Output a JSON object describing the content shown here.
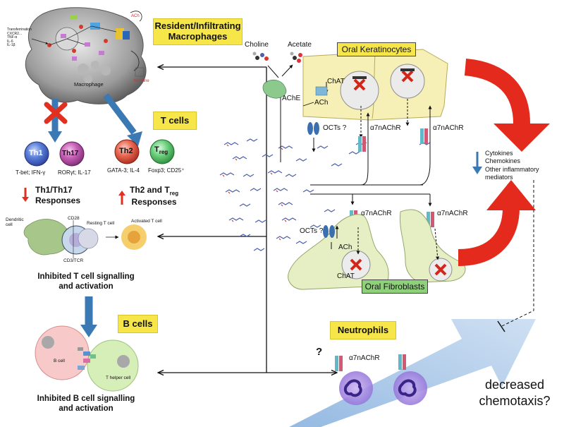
{
  "boxes": {
    "macrophages": "Resident/Infiltrating Macrophages",
    "t_cells": "T cells",
    "b_cells": "B cells",
    "neutrophils": "Neutrophils",
    "oral_keratinocytes": "Oral Keratinocytes",
    "oral_fibroblasts": "Oral Fibroblasts"
  },
  "macrophage_image": {
    "label": "Macrophage",
    "tiny_labels": [
      "ACh",
      "Nicotine",
      "Transferrination\nCXCR2...\nTNF-α\nIL-6\nIL-1β"
    ]
  },
  "t_subsets": {
    "th1": {
      "name": "Th1",
      "markers": "T-bet; IFN-γ"
    },
    "th17": {
      "name": "Th17",
      "markers": "RORγt; IL-17"
    },
    "th2": {
      "name": "Th2",
      "markers": "GATA-3; IL-4"
    },
    "treg": {
      "name_main": "T",
      "name_sub": "reg",
      "markers": "Foxp3; CD25⁺"
    }
  },
  "responses": {
    "down_line1": "Th1/Th17",
    "down_line2": "Responses",
    "up_line1_main": "Th2 and T",
    "up_line1_sub": "reg",
    "up_line2": "Responses"
  },
  "synapse": {
    "dendritic": "Dendritic\ncell",
    "cd28": "CD28",
    "resting": "Resting T cell",
    "activated": "Activated T cell",
    "cd3tcr": "CD3/TCR"
  },
  "captions": {
    "t_cell_line1": "Inhibited T cell signalling",
    "t_cell_line2": "and activation",
    "b_cell_line1": "Inhibited B cell signalling",
    "b_cell_line2": "and activation"
  },
  "b_image": {
    "b_cell": "B cell",
    "t_helper": "T helper cell"
  },
  "labels": {
    "choline": "Choline",
    "acetate": "Acetate",
    "chat": "ChAT",
    "ach": "ACh",
    "ache": "AChE",
    "octs": "OCTs ?",
    "a7": "α7nAChR",
    "question": "?"
  },
  "mediators": {
    "items": [
      "Cytokines",
      "Chemokines",
      "Other inflammatory",
      "mediators"
    ]
  },
  "outcome": {
    "line1": "decreased",
    "line2": "chemotaxis?"
  },
  "colors": {
    "box_yellow": "#f6e64a",
    "cell_green": "#e6efc4",
    "red_arrow": "#e42a1c",
    "blue_arrow": "#3a79b4",
    "th1": "#3c5fc2",
    "th17": "#b44aa5",
    "th2": "#e4503e",
    "treg": "#56c46a"
  }
}
